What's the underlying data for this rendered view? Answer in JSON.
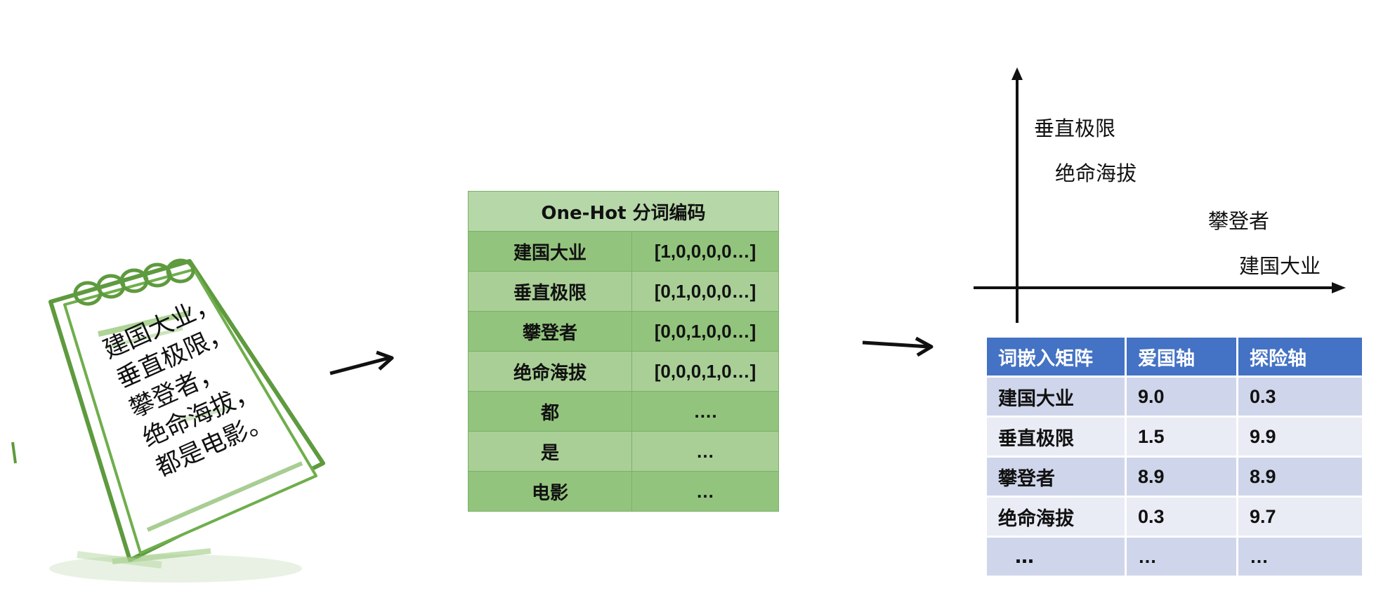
{
  "notepad": {
    "lines": [
      "建国大业，",
      "垂直极限，",
      "攀登者，",
      "绝命海拔，",
      "都是电影。"
    ]
  },
  "onehot": {
    "title": "One-Hot 分词编码",
    "rows": [
      {
        "word": "建国大业",
        "code": "[1,0,0,0,0…]"
      },
      {
        "word": "垂直极限",
        "code": "[0,1,0,0,0…]"
      },
      {
        "word": "攀登者",
        "code": "[0,0,1,0,0…]"
      },
      {
        "word": "绝命海拔",
        "code": "[0,0,0,1,0…]"
      },
      {
        "word": "都",
        "code": "…."
      },
      {
        "word": "是",
        "code": "…"
      },
      {
        "word": "电影",
        "code": "…"
      }
    ]
  },
  "embedding": {
    "headers": [
      "词嵌入矩阵",
      "爱国轴",
      "探险轴"
    ],
    "rows": [
      [
        "建国大业",
        "9.0",
        "0.3"
      ],
      [
        "垂直极限",
        "1.5",
        "9.9"
      ],
      [
        "攀登者",
        "8.9",
        "8.9"
      ],
      [
        "绝命海拔",
        "0.3",
        "9.7"
      ],
      [
        "…",
        "…",
        "…"
      ]
    ]
  },
  "plot_labels": [
    "垂直极限",
    "绝命海拔",
    "攀登者",
    "建国大业"
  ],
  "colors": {
    "onehot_header": "#b6d7a8",
    "onehot_row_dark": "#93c47d",
    "onehot_row_light": "#a9cf96",
    "embed_header": "#4472c4",
    "embed_row_dark": "#cfd5ea",
    "embed_row_light": "#e9ebf5",
    "notepad_green": "#5e9a3e"
  }
}
